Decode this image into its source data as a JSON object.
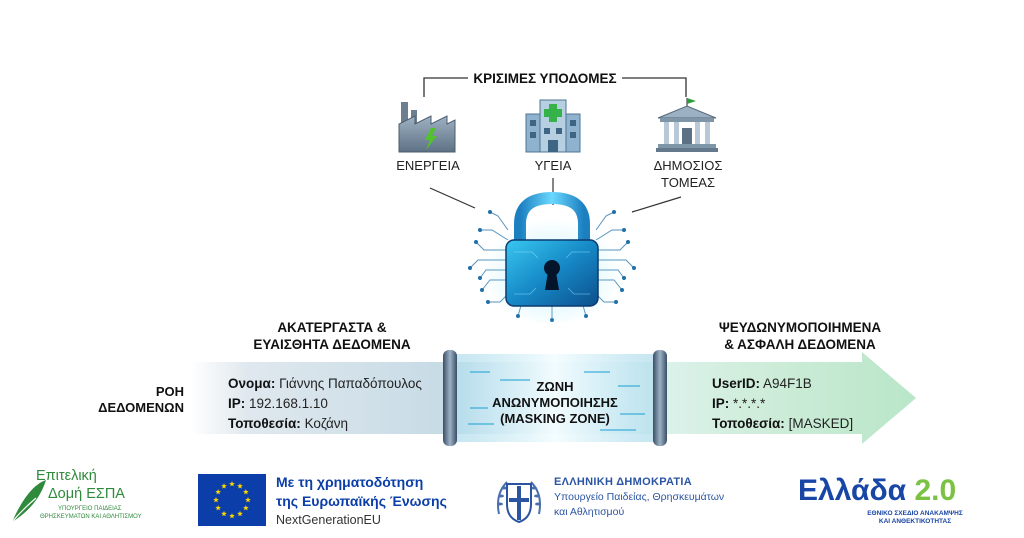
{
  "infrastructure": {
    "title": "ΚΡΙΣΙΜΕΣ ΥΠΟΔΟΜΕΣ",
    "items": [
      {
        "label": "ΕΝΕΡΓΕΙΑ",
        "icon": "factory-icon"
      },
      {
        "label": "ΥΓΕΙΑ",
        "icon": "hospital-icon"
      },
      {
        "label_line1": "ΔΗΜΟΣΙΟΣ",
        "label_line2": "ΤΟΜΕΑΣ",
        "icon": "government-building-icon"
      }
    ]
  },
  "flow": {
    "label_line1": "ΡΟΗ",
    "label_line2": "ΔΕΔΟΜΕΝΩΝ"
  },
  "raw": {
    "title_line1": "ΑΚΑΤΕΡΓΑΣΤΑ &",
    "title_line2": "ΕΥΑΙΣΘΗΤΑ ΔΕΔΟΜΕΝΑ",
    "fields": [
      {
        "key": "Ονομα:",
        "value": "Γιάννης Παπαδόπουλος"
      },
      {
        "key": "IP:",
        "value": "192.168.1.10"
      },
      {
        "key": "Τοποθεσία:",
        "value": "Κοζάνη"
      }
    ]
  },
  "zone": {
    "line1": "ΖΩΝΗ",
    "line2": "ΑΝΩΝΥΜΟΠΟΙΗΣΗΣ",
    "line3": "(MASKING ZONE)"
  },
  "masked": {
    "title_line1": "ΨΕΥΔΩΝΥΜΟΠΟΙΗΜΕΝΑ",
    "title_line2": "& ΑΣΦΑΛΗ ΔΕΔΟΜΕΝΑ",
    "fields": [
      {
        "key": "UserID:",
        "value": "A94F1B"
      },
      {
        "key": "IP:",
        "value": "*.*.*.*"
      },
      {
        "key": "Τοποθεσία:",
        "value": "[MASKED]"
      }
    ]
  },
  "footer": {
    "espa_line1": "Επιτελική",
    "espa_line2": "Δομή ΕΣΠΑ",
    "espa_sub1": "ΥΠΟΥΡΓΕΙΟ ΠΑΙΔΕΙΑΣ",
    "espa_sub2": "ΘΡΗΣΚΕΥΜΑΤΩΝ ΚΑΙ ΑΘΛΗΤΙΣΜΟΥ",
    "eu_line1": "Με τη χρηματοδότηση",
    "eu_line2": "της Ευρωπαϊκής Ένωσης",
    "eu_line3": "NextGenerationEU",
    "gr_line1": "ΕΛΛΗΝΙΚΗ ΔΗΜΟΚΡΑΤΙΑ",
    "gr_line2": "Υπουργείο Παιδείας, Θρησκευμάτων",
    "gr_line3": "και Αθλητισμού",
    "ellada_word": "Ελλάδα",
    "ellada_num": "2.0",
    "ellada_sub1": "ΕΘΝΙΚΟ ΣΧΕΔΙΟ ΑΝΑΚΑΜΨΗΣ",
    "ellada_sub2": "ΚΑΙ ΑΝΘΕΚΤΙΚΟΤΗΤΑΣ"
  },
  "colors": {
    "accent_cyan": "#18b6e6",
    "lock_dark": "#0b3a6e",
    "eu_blue": "#0b3ea8",
    "eu_gold": "#ffd400",
    "ellada_blue": "#1846a6",
    "ellada_green": "#7cc242",
    "espa_green": "#2f8a3c"
  }
}
